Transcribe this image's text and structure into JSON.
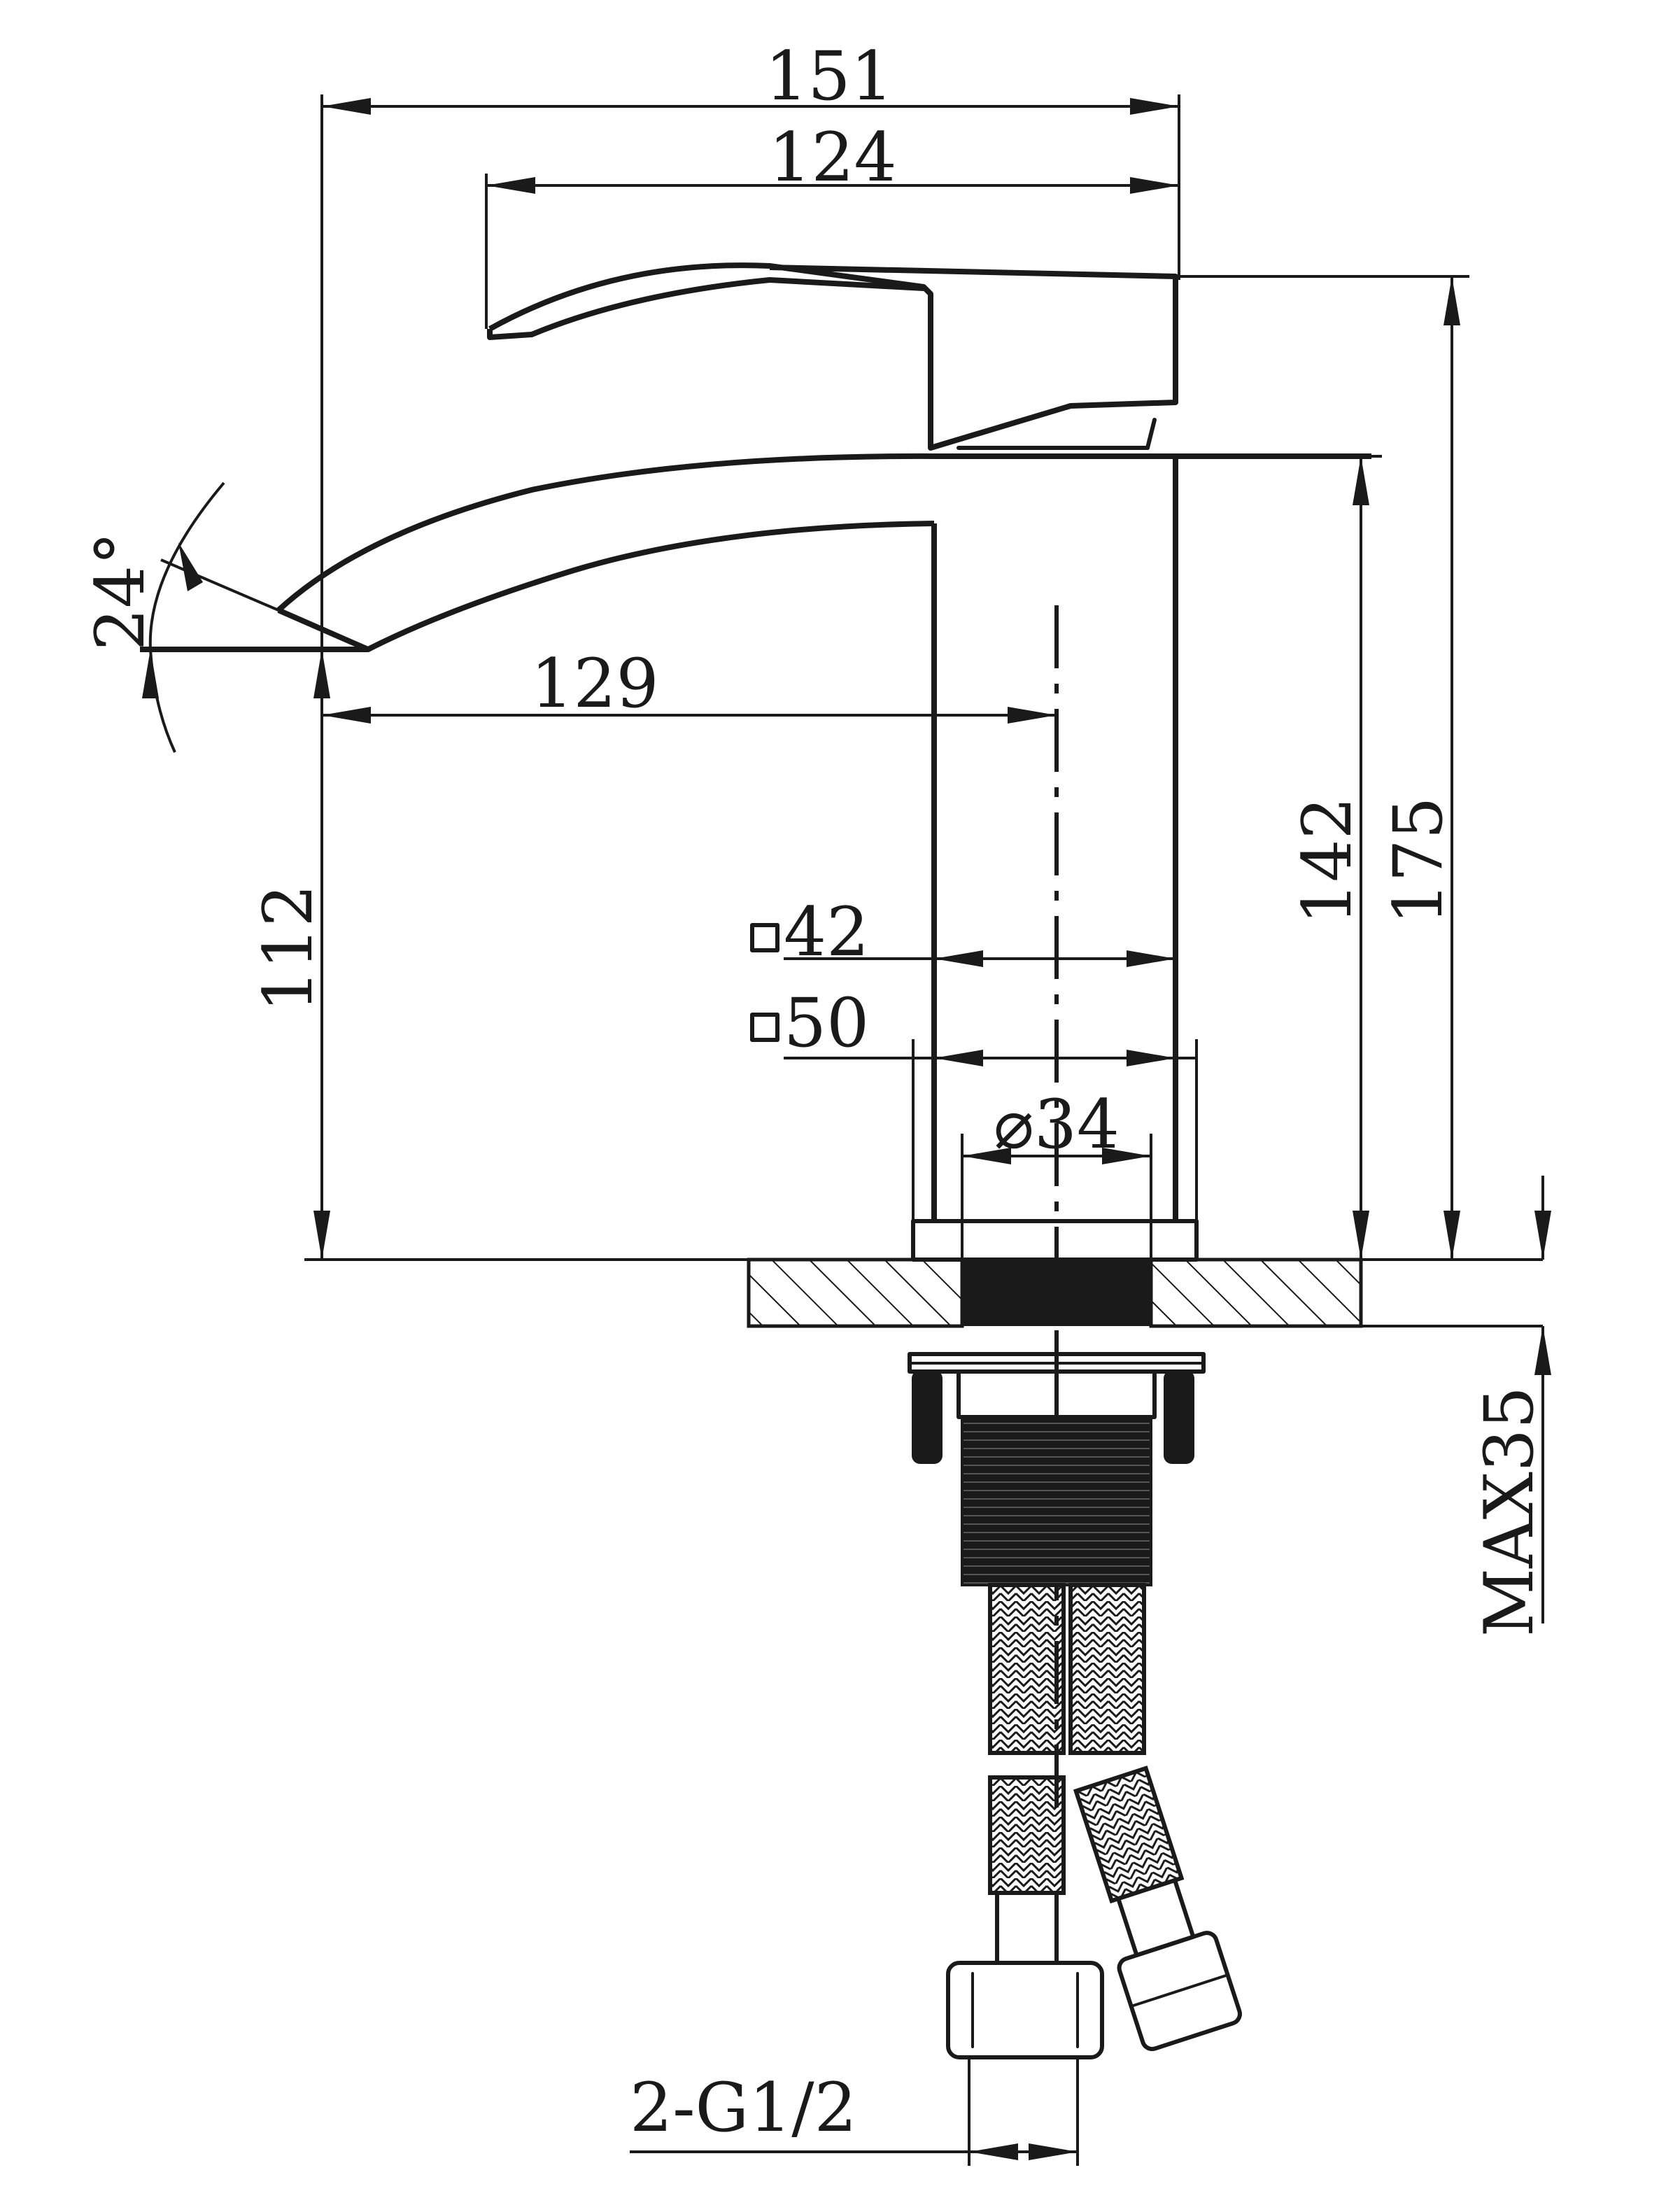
{
  "dimensions": {
    "overall_width": "151",
    "handle_width": "124",
    "spout_reach": "129",
    "spout_height": "112",
    "body_height": "142",
    "overall_height": "175",
    "body_square_top": "42",
    "body_square_base": "50",
    "base_diameter": "⌀34",
    "spout_angle": "24°",
    "deck_thickness": "MAX35",
    "connection": "2-G1/2"
  },
  "icons": {
    "square_symbol": "square-section-icon"
  }
}
